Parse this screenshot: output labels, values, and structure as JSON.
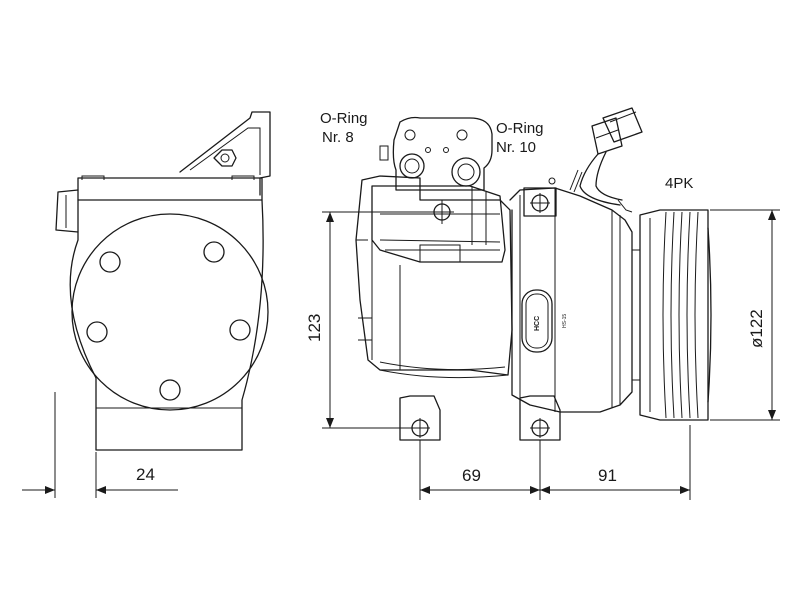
{
  "labels": {
    "oring_left_line1": "O-Ring",
    "oring_left_line2": "Nr. 8",
    "oring_right_line1": "O-Ring",
    "oring_right_line2": "Nr. 10",
    "pulley_type": "4PK",
    "brand_badge": "HCC",
    "model_badge": "HS-15"
  },
  "dimensions": {
    "side_offset": "24",
    "height": "123",
    "mount_spacing": "69",
    "pulley_offset": "91",
    "pulley_diameter": "ø122"
  }
}
